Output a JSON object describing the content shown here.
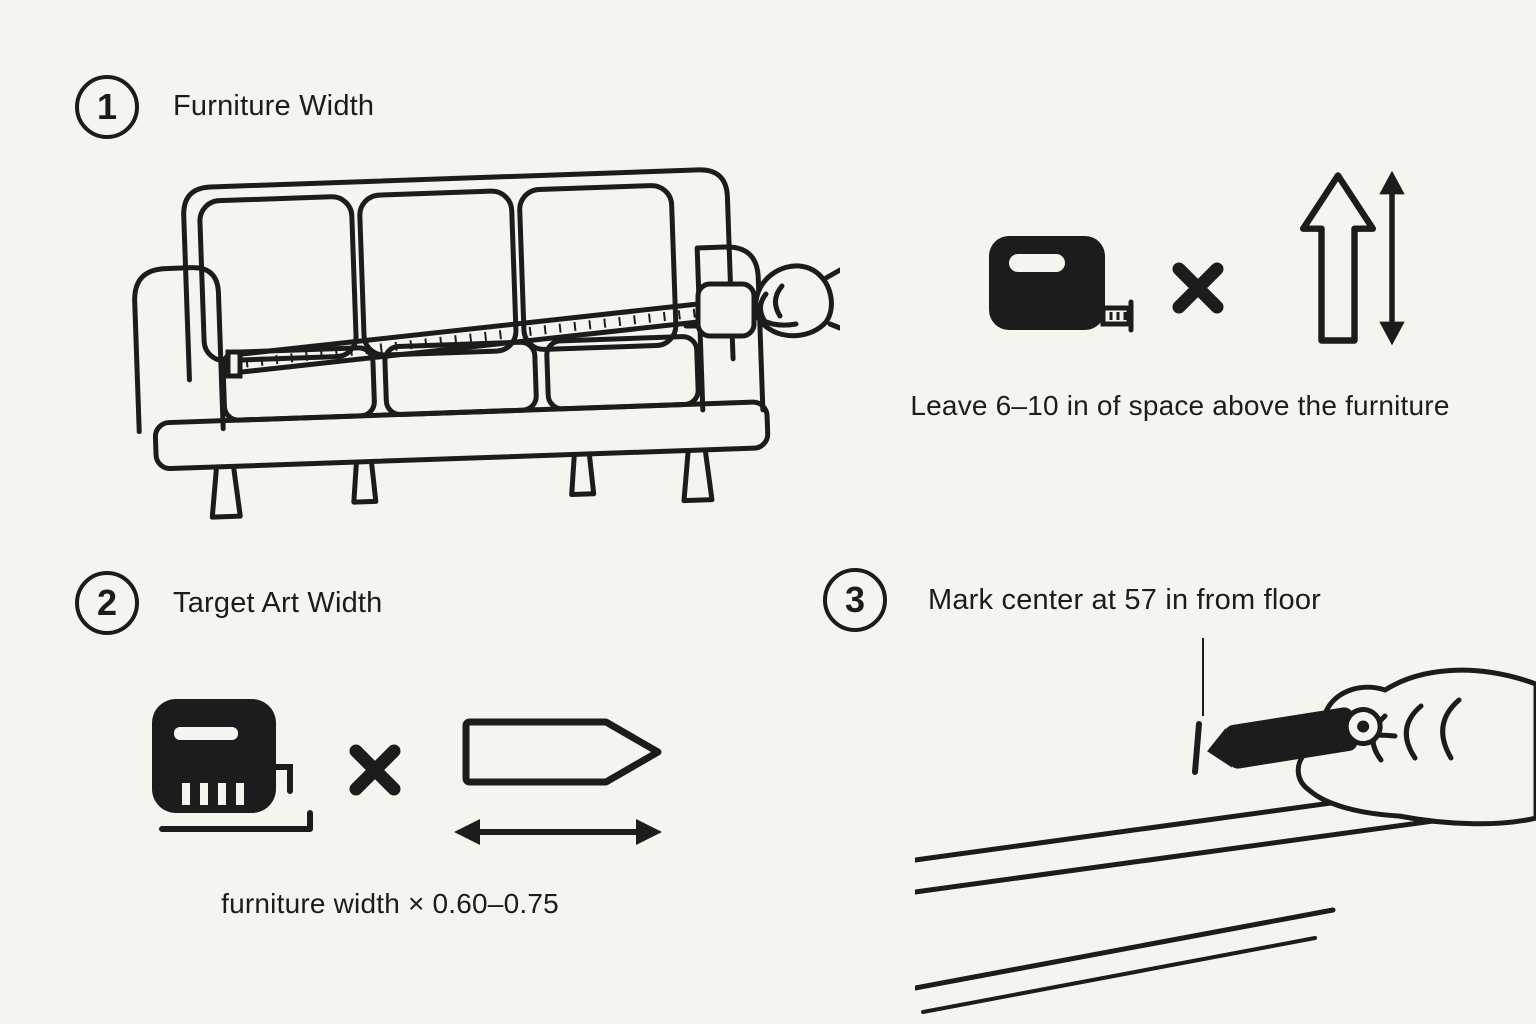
{
  "colors": {
    "background": "#f6f4ee",
    "ink": "#1c1c1c"
  },
  "step1": {
    "number": "1",
    "title": "Furniture Width"
  },
  "height_note": {
    "text": "Leave 6–10 in of space above the furniture"
  },
  "step2": {
    "number": "2",
    "title": "Target Art Width",
    "formula": "furniture width × 0.60–0.75"
  },
  "step3": {
    "number": "3",
    "title": "Mark center at 57 in from floor"
  },
  "icons": {
    "sofa": "sofa-measure-illustration",
    "tape_measure": "tape-measure-icon",
    "multiply": "multiply-icon",
    "arrow_up": "arrow-up-icon",
    "double_arrow_vertical": "double-arrow-vertical-icon",
    "art_width_tag": "art-width-tag-icon",
    "double_arrow_horizontal": "double-arrow-horizontal-icon",
    "hand_marker": "hand-marker-illustration"
  }
}
